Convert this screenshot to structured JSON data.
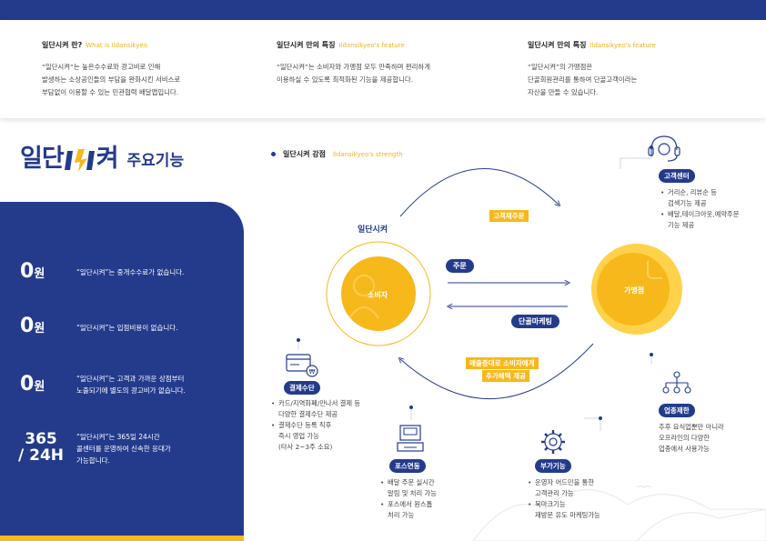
{
  "intro": [
    {
      "title": "일단시켜 란?",
      "subtitle": "What is Ildansikyeo",
      "text": [
        "“일단시켜”는 높은수수료와 광고비로 인해",
        "발생하는 소상공인들의 부담을 완화시킨 서비스로",
        "부담없이 이용할 수 있는 민관협력 배달앱입니다."
      ]
    },
    {
      "title": "일단시켜 만의 특징",
      "subtitle": "Ildansikyeo's feature",
      "text": [
        "“일단시켜”는 소비자와 가맹점 모두 만족하며 편리하게",
        "이용하실 수 있도록 최적화된 기능을 제공합니다."
      ]
    },
    {
      "title": "일단시켜 만의 특징",
      "subtitle": "Ildansikyeo's feature",
      "text": [
        "“일단시켜”의 가맹점은",
        "단골회원관리를 통하여 단골고객이라는",
        "자산을 만들 수 있습니다."
      ]
    }
  ],
  "brand": {
    "logo_part1": "일단",
    "logo_part2": "켜",
    "heading": "주요기능",
    "mini_logo": "일단시켜"
  },
  "stats": [
    {
      "num": "0",
      "unit": "원",
      "text": [
        "“일단시켜”는 중개수수료가 없습니다."
      ]
    },
    {
      "num": "0",
      "unit": "원",
      "text": [
        "“일단시켜”는 입점비용이 없습니다."
      ]
    },
    {
      "num": "0",
      "unit": "원",
      "text": [
        "“일단시켜”는 고객과 가까운 상점부터",
        "노출되기에 별도의 광고비가 없습니다."
      ]
    },
    {
      "num": "365",
      "unit": "/ 24H",
      "text": [
        "“일단시켜”는 365일 24시간",
        "콜센터를 운영하여 신속한 응대가",
        "가능합니다."
      ]
    }
  ],
  "strength": {
    "title": "일단시켜 강점",
    "subtitle": "Ildansikyeo's strength"
  },
  "diagram": {
    "consumer": "소비자",
    "store": "가맹점",
    "order": "주문",
    "regular_marketing": "단골마케팅",
    "reorder": "고객재주문",
    "sales_tag": [
      "매출증대로 소비자에게",
      "추가혜택 제공"
    ]
  },
  "features": {
    "call_center": {
      "title": "고객센터",
      "items": [
        [
          "거리순, 리뷰순 등",
          "검색기능 제공"
        ],
        [
          "배달,테이크아웃,예약주문",
          "기능 제공"
        ]
      ]
    },
    "payment": {
      "title": "결제수단",
      "items": [
        [
          "카드/지역화폐/만나서 결제 등",
          "다양한 결제수단 제공"
        ],
        [
          "결제수단 등록 직후",
          "즉시 영업 가능",
          "(타사 2~3주 소요)"
        ]
      ]
    },
    "industry": {
      "title": "업종제한",
      "text": [
        "추후 요식업뿐만 아니라",
        "오프라인의 다양한",
        "업종에서 사용가능"
      ]
    },
    "pos": {
      "title": "포스연동",
      "items": [
        [
          "배달 주문 실시간",
          "알림 및 처리 가능"
        ],
        [
          "포스에서 원스톱",
          "처리 가능"
        ]
      ]
    },
    "extra": {
      "title": "부가기능",
      "items": [
        [
          "운영자 어드민을 통한",
          "고객관리 가능"
        ],
        [
          "북마크기능",
          "재방문 유도 마케팅가능"
        ]
      ]
    }
  },
  "colors": {
    "navy": "#243b8c",
    "yellow": "#f7b81b",
    "light_yellow": "#ffd24a"
  }
}
